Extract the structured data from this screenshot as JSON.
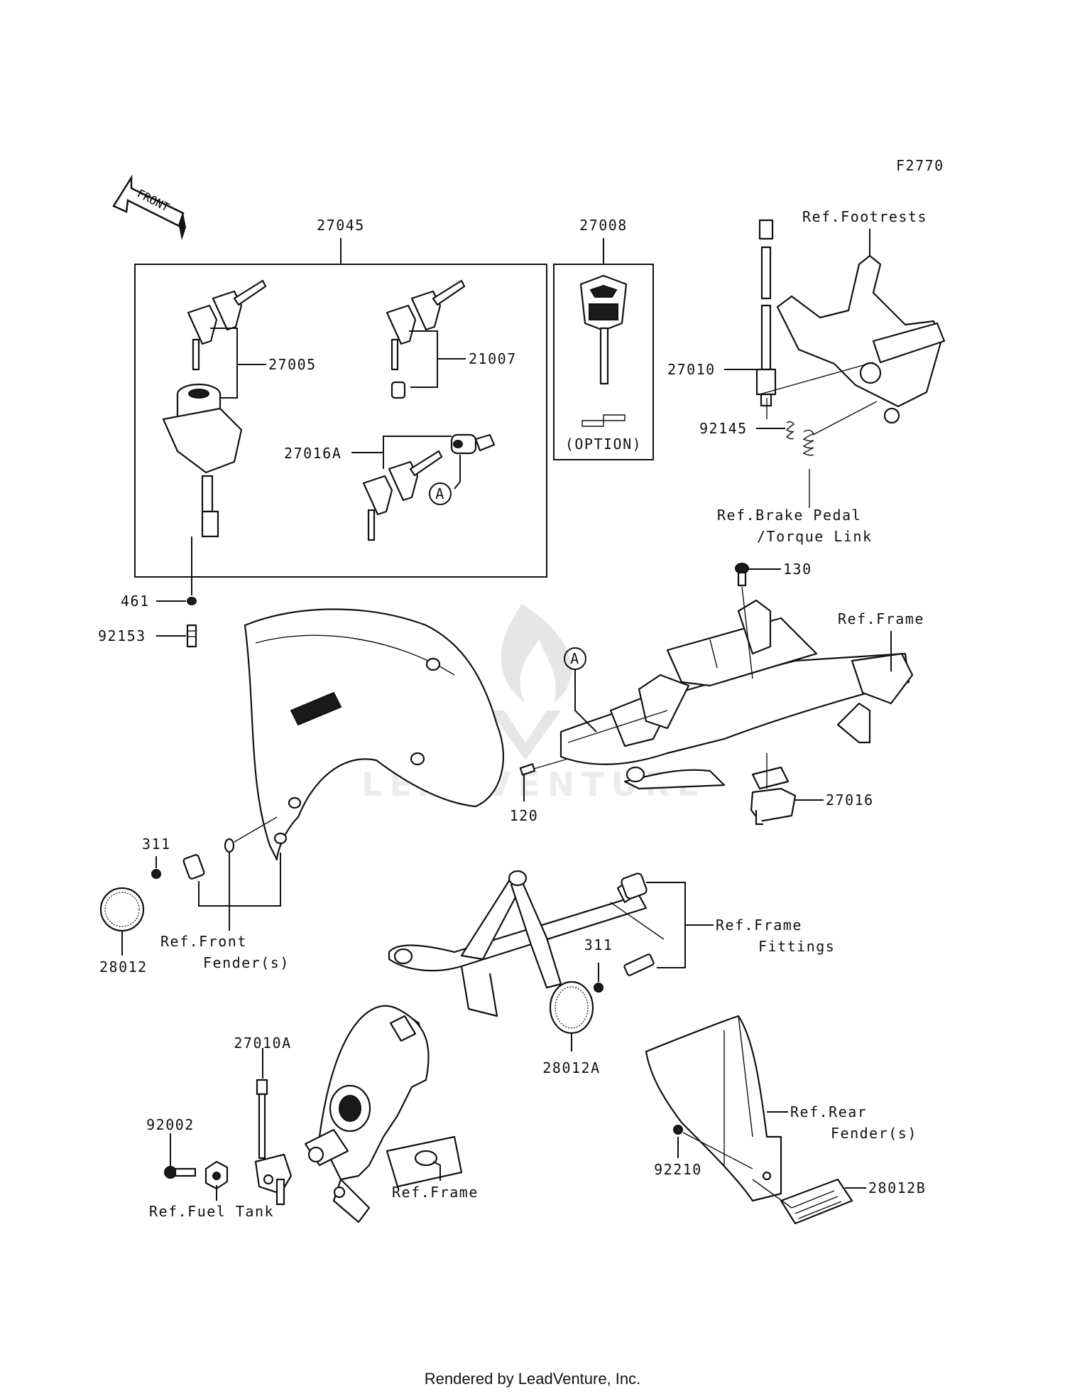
{
  "diagram_code": "F2770",
  "front_arrow": "FRONT",
  "watermark": "LEADVENTURE",
  "option_label": "(OPTION)",
  "callout_A": "A",
  "parts": {
    "p27045": "27045",
    "p27008": "27008",
    "p27005": "27005",
    "p21007": "21007",
    "p27016A": "27016A",
    "p27010": "27010",
    "p92145": "92145",
    "p130": "130",
    "p461": "461",
    "p92153": "92153",
    "p120": "120",
    "p27016": "27016",
    "p311a": "311",
    "p311b": "311",
    "p28012": "28012",
    "p28012A": "28012A",
    "p28012B": "28012B",
    "p27010A": "27010A",
    "p92002": "92002",
    "p92210": "92210"
  },
  "refs": {
    "footrests": "Ref.Footrests",
    "brake_pedal_1": "Ref.Brake Pedal",
    "brake_pedal_2": "/Torque Link",
    "frame_top": "Ref.Frame",
    "front_fender_1": "Ref.Front",
    "front_fender_2": "Fender(s)",
    "frame_fittings_1": "Ref.Frame",
    "frame_fittings_2": "Fittings",
    "rear_fender_1": "Ref.Rear",
    "rear_fender_2": "Fender(s)",
    "frame_bottom": "Ref.Frame",
    "fuel_tank": "Ref.Fuel Tank"
  },
  "footer": "Rendered by LeadVenture, Inc."
}
